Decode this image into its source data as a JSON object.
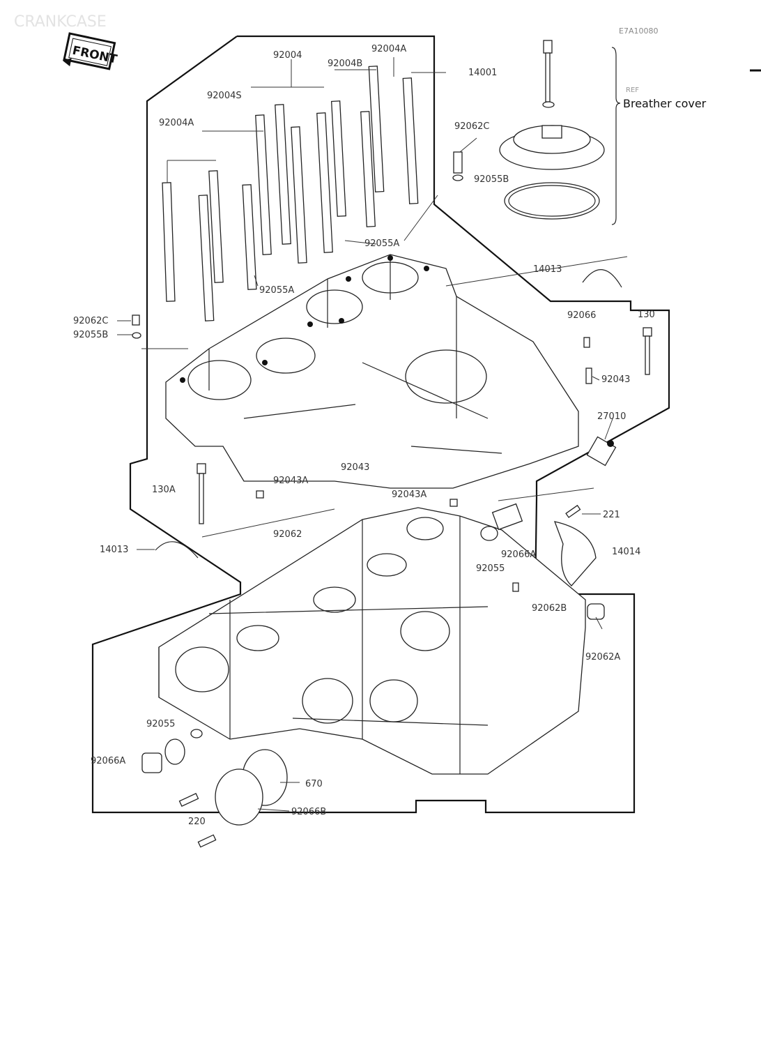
{
  "title": "CRANKCASE",
  "diagram_code": "E7A10080",
  "front_label": "FRONT",
  "breather": {
    "ref": "REF",
    "label": "Breather cover"
  },
  "labels": {
    "p92004": "92004",
    "p92004A_top": "92004A",
    "p92004B": "92004B",
    "p14001": "14001",
    "p92004S": "92004S",
    "p92004A_left": "92004A",
    "p92062C_right": "92062C",
    "p92055B_right": "92055B",
    "p92055A_top": "92055A",
    "p92055A_low": "92055A",
    "p14013_top": "14013",
    "p92062C_left": "92062C",
    "p92055B_left": "92055B",
    "p92066": "92066",
    "p130": "130",
    "p92043_right": "92043",
    "p27010": "27010",
    "p130A": "130A",
    "p92043A_left": "92043A",
    "p92043_mid": "92043",
    "p92043A_mid": "92043A",
    "p221": "221",
    "p14013_left": "14013",
    "p92062": "92062",
    "p14014": "14014",
    "p92066A_right": "92066A",
    "p92055_mid": "92055",
    "p92062B": "92062B",
    "p92062A": "92062A",
    "p92055_left": "92055",
    "p92066A_left": "92066A",
    "p670": "670",
    "p92066B": "92066B",
    "p220": "220"
  }
}
